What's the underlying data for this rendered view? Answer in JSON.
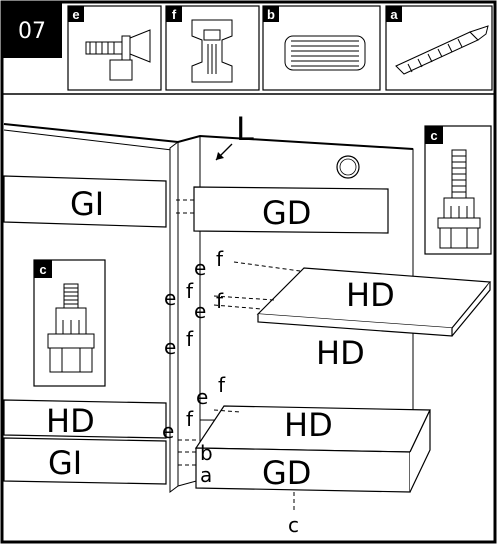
{
  "step_number": "07",
  "parts_legend": [
    {
      "letter": "e",
      "icon": "cam-bolt-icon"
    },
    {
      "letter": "f",
      "icon": "cam-lock-icon"
    },
    {
      "letter": "b",
      "icon": "wooden-dowel-icon"
    },
    {
      "letter": "a",
      "icon": "screw-anchor-icon"
    }
  ],
  "foot_callouts": [
    {
      "letter": "c",
      "icon": "adjustable-foot-icon"
    },
    {
      "letter": "c",
      "icon": "adjustable-foot-icon"
    }
  ],
  "panels": {
    "gi_top": "GI",
    "gi_bottom": "GI",
    "gd_top": "GD",
    "gd_bottom": "GD",
    "hd_shelf_upper": "HD",
    "hd_back": "HD",
    "hd_left": "HD",
    "hd_shelf_lower": "HD"
  },
  "edge_label": "L",
  "hardware_labels": {
    "e1": "e",
    "f1": "f",
    "e2": "e",
    "f2": "f",
    "e3": "e",
    "f3": "f",
    "e4": "e",
    "f4": "f",
    "e5": "e",
    "f5": "f",
    "e6": "e",
    "f6": "f",
    "b": "b",
    "a": "a",
    "c": "c"
  }
}
